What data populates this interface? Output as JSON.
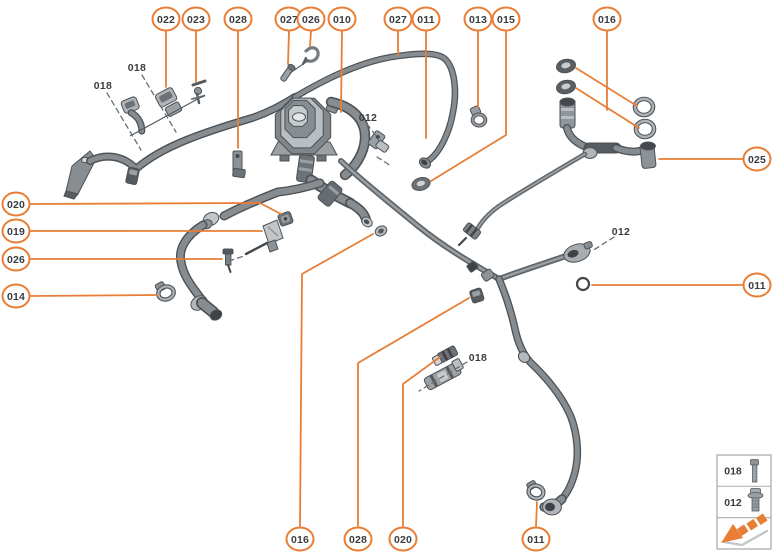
{
  "colors": {
    "accent": "#e87e35",
    "hose": "#868c90",
    "hose_outline": "#4d5256",
    "label_text": "#3a3d40"
  },
  "diagram": {
    "callouts": [
      {
        "label": "022"
      },
      {
        "label": "023"
      },
      {
        "label": "028"
      },
      {
        "label": "027"
      },
      {
        "label": "026"
      },
      {
        "label": "010"
      },
      {
        "label": "027"
      },
      {
        "label": "011"
      },
      {
        "label": "013"
      },
      {
        "label": "015"
      },
      {
        "label": "016"
      },
      {
        "label": "025"
      },
      {
        "label": "011"
      },
      {
        "label": "020"
      },
      {
        "label": "019"
      },
      {
        "label": "026"
      },
      {
        "label": "014"
      },
      {
        "label": "016"
      },
      {
        "label": "028"
      },
      {
        "label": "020"
      },
      {
        "label": "011"
      }
    ],
    "part_labels": [
      {
        "text": "018"
      },
      {
        "text": "018"
      },
      {
        "text": "012"
      },
      {
        "text": "012"
      },
      {
        "text": "018"
      }
    ]
  },
  "legend": {
    "items": [
      {
        "label": "018",
        "icon": "bolt-long-icon"
      },
      {
        "label": "012",
        "icon": "bolt-flanged-icon"
      },
      {
        "label": "",
        "icon": "direction-arrow-icon"
      }
    ]
  }
}
